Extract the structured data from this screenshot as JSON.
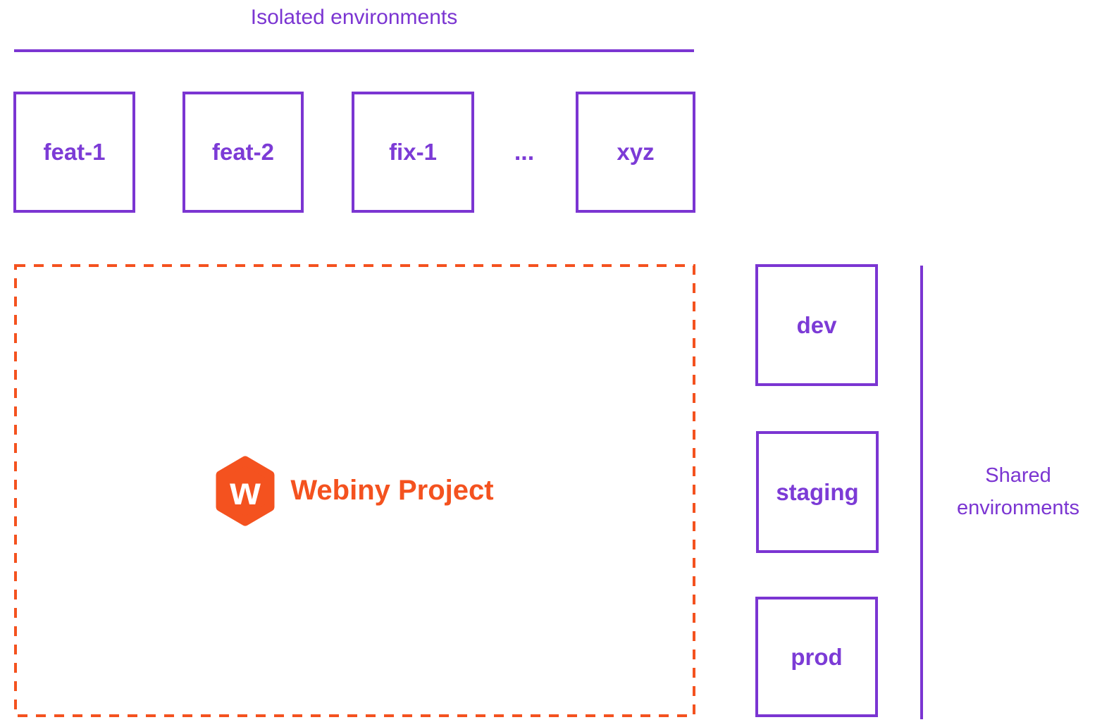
{
  "colors": {
    "purple": "#7b35d2",
    "orange": "#f4521f"
  },
  "isolated": {
    "title": "Isolated environments",
    "boxes": [
      "feat-1",
      "feat-2",
      "fix-1",
      "xyz"
    ],
    "ellipsis": "..."
  },
  "project": {
    "label": "Webiny Project",
    "logo_letter": "w"
  },
  "shared": {
    "title": "Shared environments",
    "boxes": [
      "dev",
      "staging",
      "prod"
    ]
  }
}
